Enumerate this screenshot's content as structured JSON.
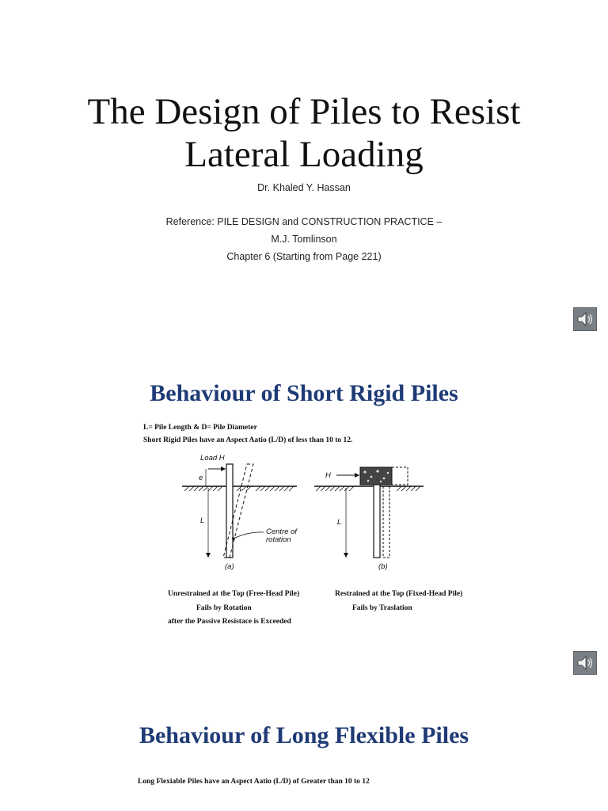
{
  "title_line1": "The Design of Piles to Resist",
  "title_line2": "Lateral Loading",
  "author": "Dr. Khaled Y. Hassan",
  "reference": {
    "line1": "Reference: PILE DESIGN and CONSTRUCTION PRACTICE –",
    "line2": "M.J. Tomlinson",
    "line3": "Chapter 6 (Starting from Page 221)"
  },
  "icons": {
    "audio": "speaker-icon"
  },
  "short_piles": {
    "heading": "Behaviour of Short Rigid Piles",
    "note1": "L= Pile Length & D= Pile Diameter",
    "note2": "Short Rigid Piles have an Aspect Aatio (L/D) of less than 10 to 12.",
    "figure_a": {
      "load_label": "Load H",
      "e_label": "e",
      "l_label": "L",
      "rotation_line1": "Centre of",
      "rotation_line2": "rotation",
      "tag": "(a)"
    },
    "figure_b": {
      "h_label": "H",
      "l_label": "L",
      "tag": "(b)"
    },
    "caption_left_1": "Unrestrained at the Top (Free-Head Pile)",
    "caption_left_2": "Fails by Rotation",
    "caption_left_3": "after the Passive Resistace is Exceeded",
    "caption_right_1": "Restrained at the Top (Fixed-Head Pile)",
    "caption_right_2": "Fails by Traslation"
  },
  "long_piles": {
    "heading": "Behaviour of Long Flexible Piles",
    "note1": "Long Flexiable Piles have an Aspect Aatio (L/D) of Greater than 10 to 12"
  }
}
